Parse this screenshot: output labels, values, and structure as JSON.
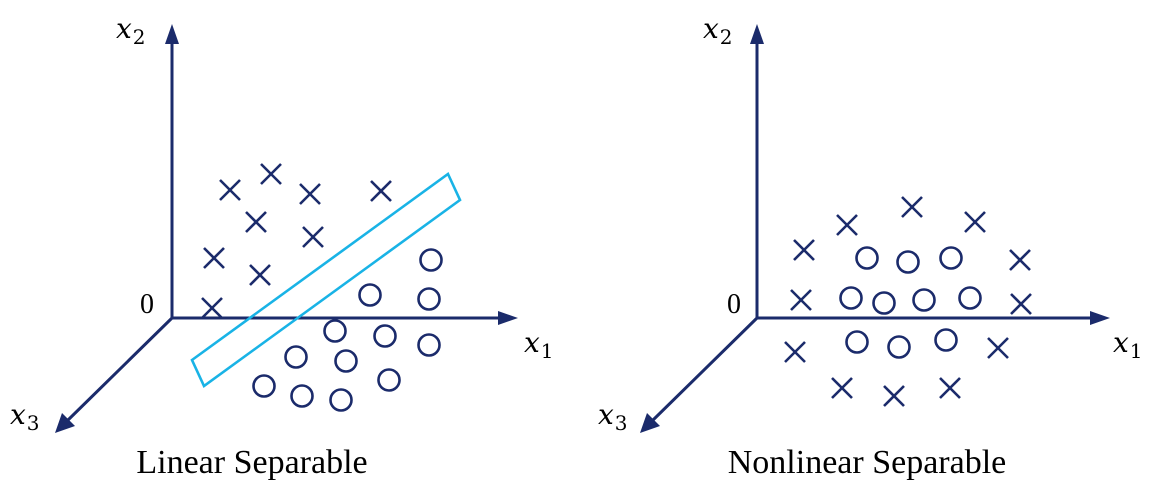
{
  "panels": [
    {
      "caption": "Linear Separable",
      "axis_labels": {
        "x1": "x",
        "x1_sub": "1",
        "x2": "x",
        "x2_sub": "2",
        "x3": "x",
        "x3_sub": "3"
      },
      "origin_label": "0",
      "class_a_marker": "cross",
      "class_b_marker": "circle",
      "has_separator": true
    },
    {
      "caption": "Nonlinear Separable",
      "axis_labels": {
        "x1": "x",
        "x1_sub": "1",
        "x2": "x",
        "x2_sub": "2",
        "x3": "x",
        "x3_sub": "3"
      },
      "origin_label": "0",
      "class_a_marker": "cross",
      "class_b_marker": "circle",
      "has_separator": false
    }
  ],
  "colors": {
    "axis": "#1b2b6b",
    "points": "#1b2b6b",
    "separator": "#19b3e6"
  }
}
